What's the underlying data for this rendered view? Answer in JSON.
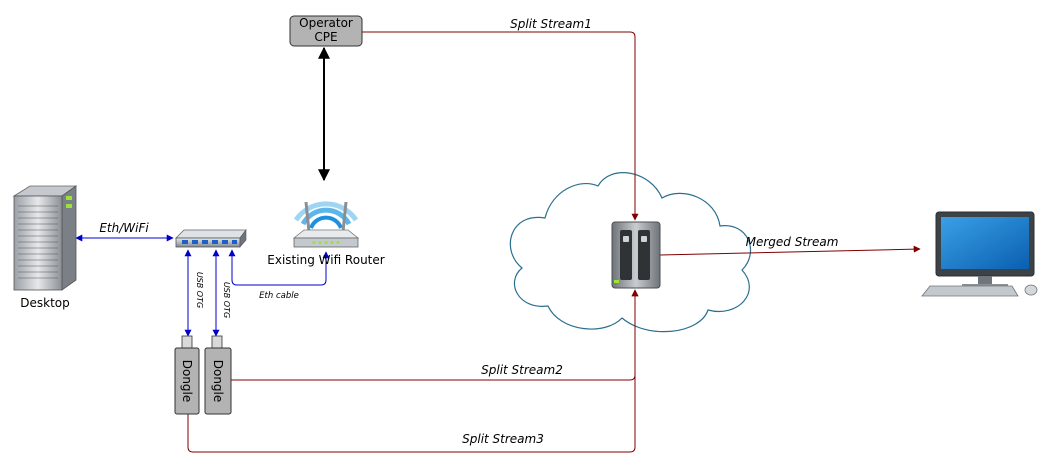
{
  "nodes": {
    "operator_cpe": {
      "line1": "Operator",
      "line2": "CPE"
    },
    "router": "Existing Wifi Router",
    "desktop": "Desktop",
    "dongle_1": "Dongle",
    "dongle_2": "Dongle"
  },
  "edges": {
    "eth_wifi": "Eth/WiFi",
    "usb_otg_1": "USB OTG",
    "usb_otg_2": "USB OTG",
    "eth_cable": "Eth cable",
    "split_stream_1": "Split Stream1",
    "split_stream_2": "Split Stream2",
    "split_stream_3": "Split Stream3",
    "merged_stream": "Merged Stream"
  },
  "colors": {
    "stream": "#800000",
    "usb_link": "#0000cc",
    "box_fill": "#b3b3b3",
    "cloud_stroke": "#2b6f8f"
  },
  "icons": [
    "server-tower-icon",
    "network-switch-icon",
    "wifi-router-icon",
    "nas-server-icon",
    "desktop-computer-icon",
    "cloud-icon"
  ]
}
